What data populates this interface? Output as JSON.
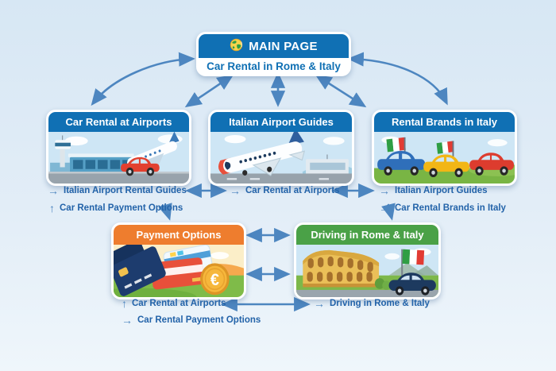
{
  "diagram": {
    "main_page": {
      "label": "MAIN PAGE",
      "subtitle": "Car Rental in Rome & Italy"
    },
    "top_boxes": [
      {
        "title": "Car Rental at Airports",
        "illustration": "airport-tower-plane-red-car"
      },
      {
        "title": "Italian Airport Guides",
        "illustration": "airplane-taking-off-terminal"
      },
      {
        "title": "Rental Brands in Italy",
        "illustration": "three-cars-with-italian-flags"
      }
    ],
    "bottom_boxes": [
      {
        "title": "Payment Options",
        "illustration": "credit-cards-euro-coin"
      },
      {
        "title": "Driving in Rome & Italy",
        "illustration": "colosseum-italian-flag-car"
      }
    ],
    "mid_links": [
      {
        "prefix": "→",
        "label": "Italian Airport Rental Guides"
      },
      {
        "prefix": "→",
        "label": "Car Rental at Airports"
      },
      {
        "prefix": "→",
        "label": "Italian Airport Guides"
      },
      {
        "prefix": "↑",
        "label": "Car Rental Payment Options"
      },
      {
        "prefix": "→",
        "label": "Car Rental Brands in Italy"
      }
    ],
    "bottom_links": [
      {
        "prefix": "↑",
        "label": "Car Rental at Airports"
      },
      {
        "prefix": "→",
        "label": "Driving in Rome & Italy"
      },
      {
        "prefix": "→",
        "label": "Car Rental Payment Options"
      }
    ],
    "euro_symbol": "€",
    "colors": {
      "header_blue": "#1070b4",
      "header_orange": "#ee7d2e",
      "header_green": "#4aa147",
      "arrow_blue": "#4d86c0",
      "link_text": "#2363a9"
    }
  }
}
